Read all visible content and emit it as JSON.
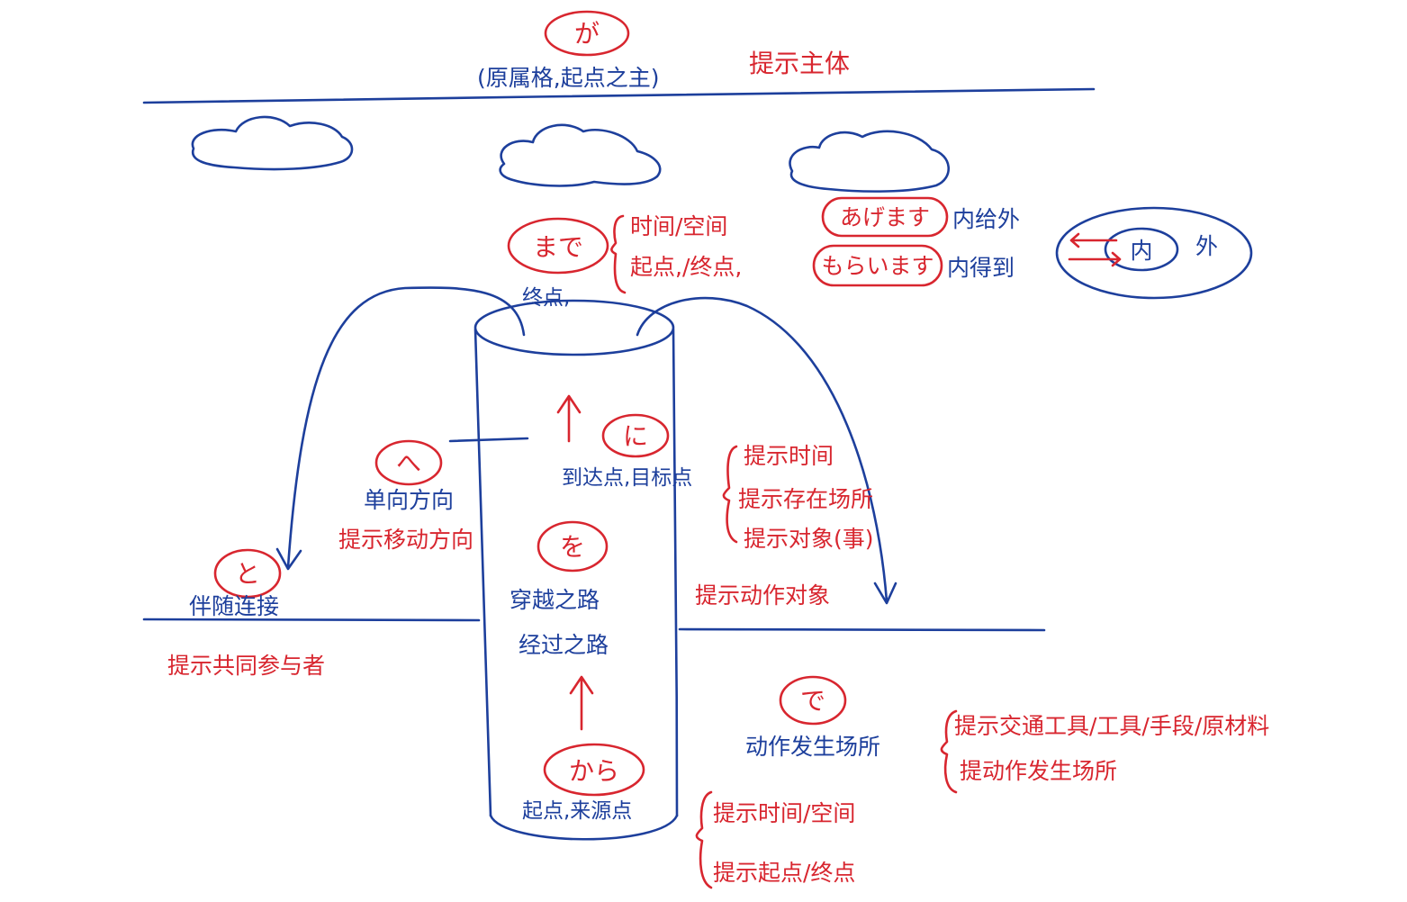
{
  "colors": {
    "ink_red": "#d8262f",
    "ink_blue": "#1d3f9c",
    "paper": "#ffffff"
  },
  "ga": {
    "particle": "が",
    "note": "(原属格,起点之主)",
    "role": "提示主体"
  },
  "made": {
    "particle": "まで",
    "roles": [
      "时间/空间",
      "起点,/终点,"
    ],
    "blue_label": "终点,"
  },
  "agemasu": {
    "verb": "あげます",
    "meaning": "内给外"
  },
  "moraimasu": {
    "verb": "もらいます",
    "meaning": "内得到"
  },
  "inner_outer": {
    "inner": "内",
    "outer": "外"
  },
  "ni": {
    "particle": "に",
    "blue_label": "到达点,目标点",
    "roles": [
      "提示时间",
      "提示存在场所",
      "提示对象(事)"
    ]
  },
  "he": {
    "particle": "へ",
    "blue_label": "单向方向",
    "role": "提示移动方向"
  },
  "to": {
    "particle": "と",
    "blue_label": "伴随连接",
    "role": "提示共同参与者"
  },
  "wo": {
    "particle": "を",
    "blue_labels": [
      "穿越之路",
      "经过之路"
    ],
    "role": "提示动作对象"
  },
  "de": {
    "particle": "で",
    "blue_label": "动作发生场所",
    "roles": [
      "提示交通工具/工具/手段/原材料",
      "提动作发生场所"
    ]
  },
  "kara": {
    "particle": "から",
    "blue_label": "起点,来源点",
    "roles": [
      "提示时间/空间",
      "提示起点/终点"
    ]
  }
}
